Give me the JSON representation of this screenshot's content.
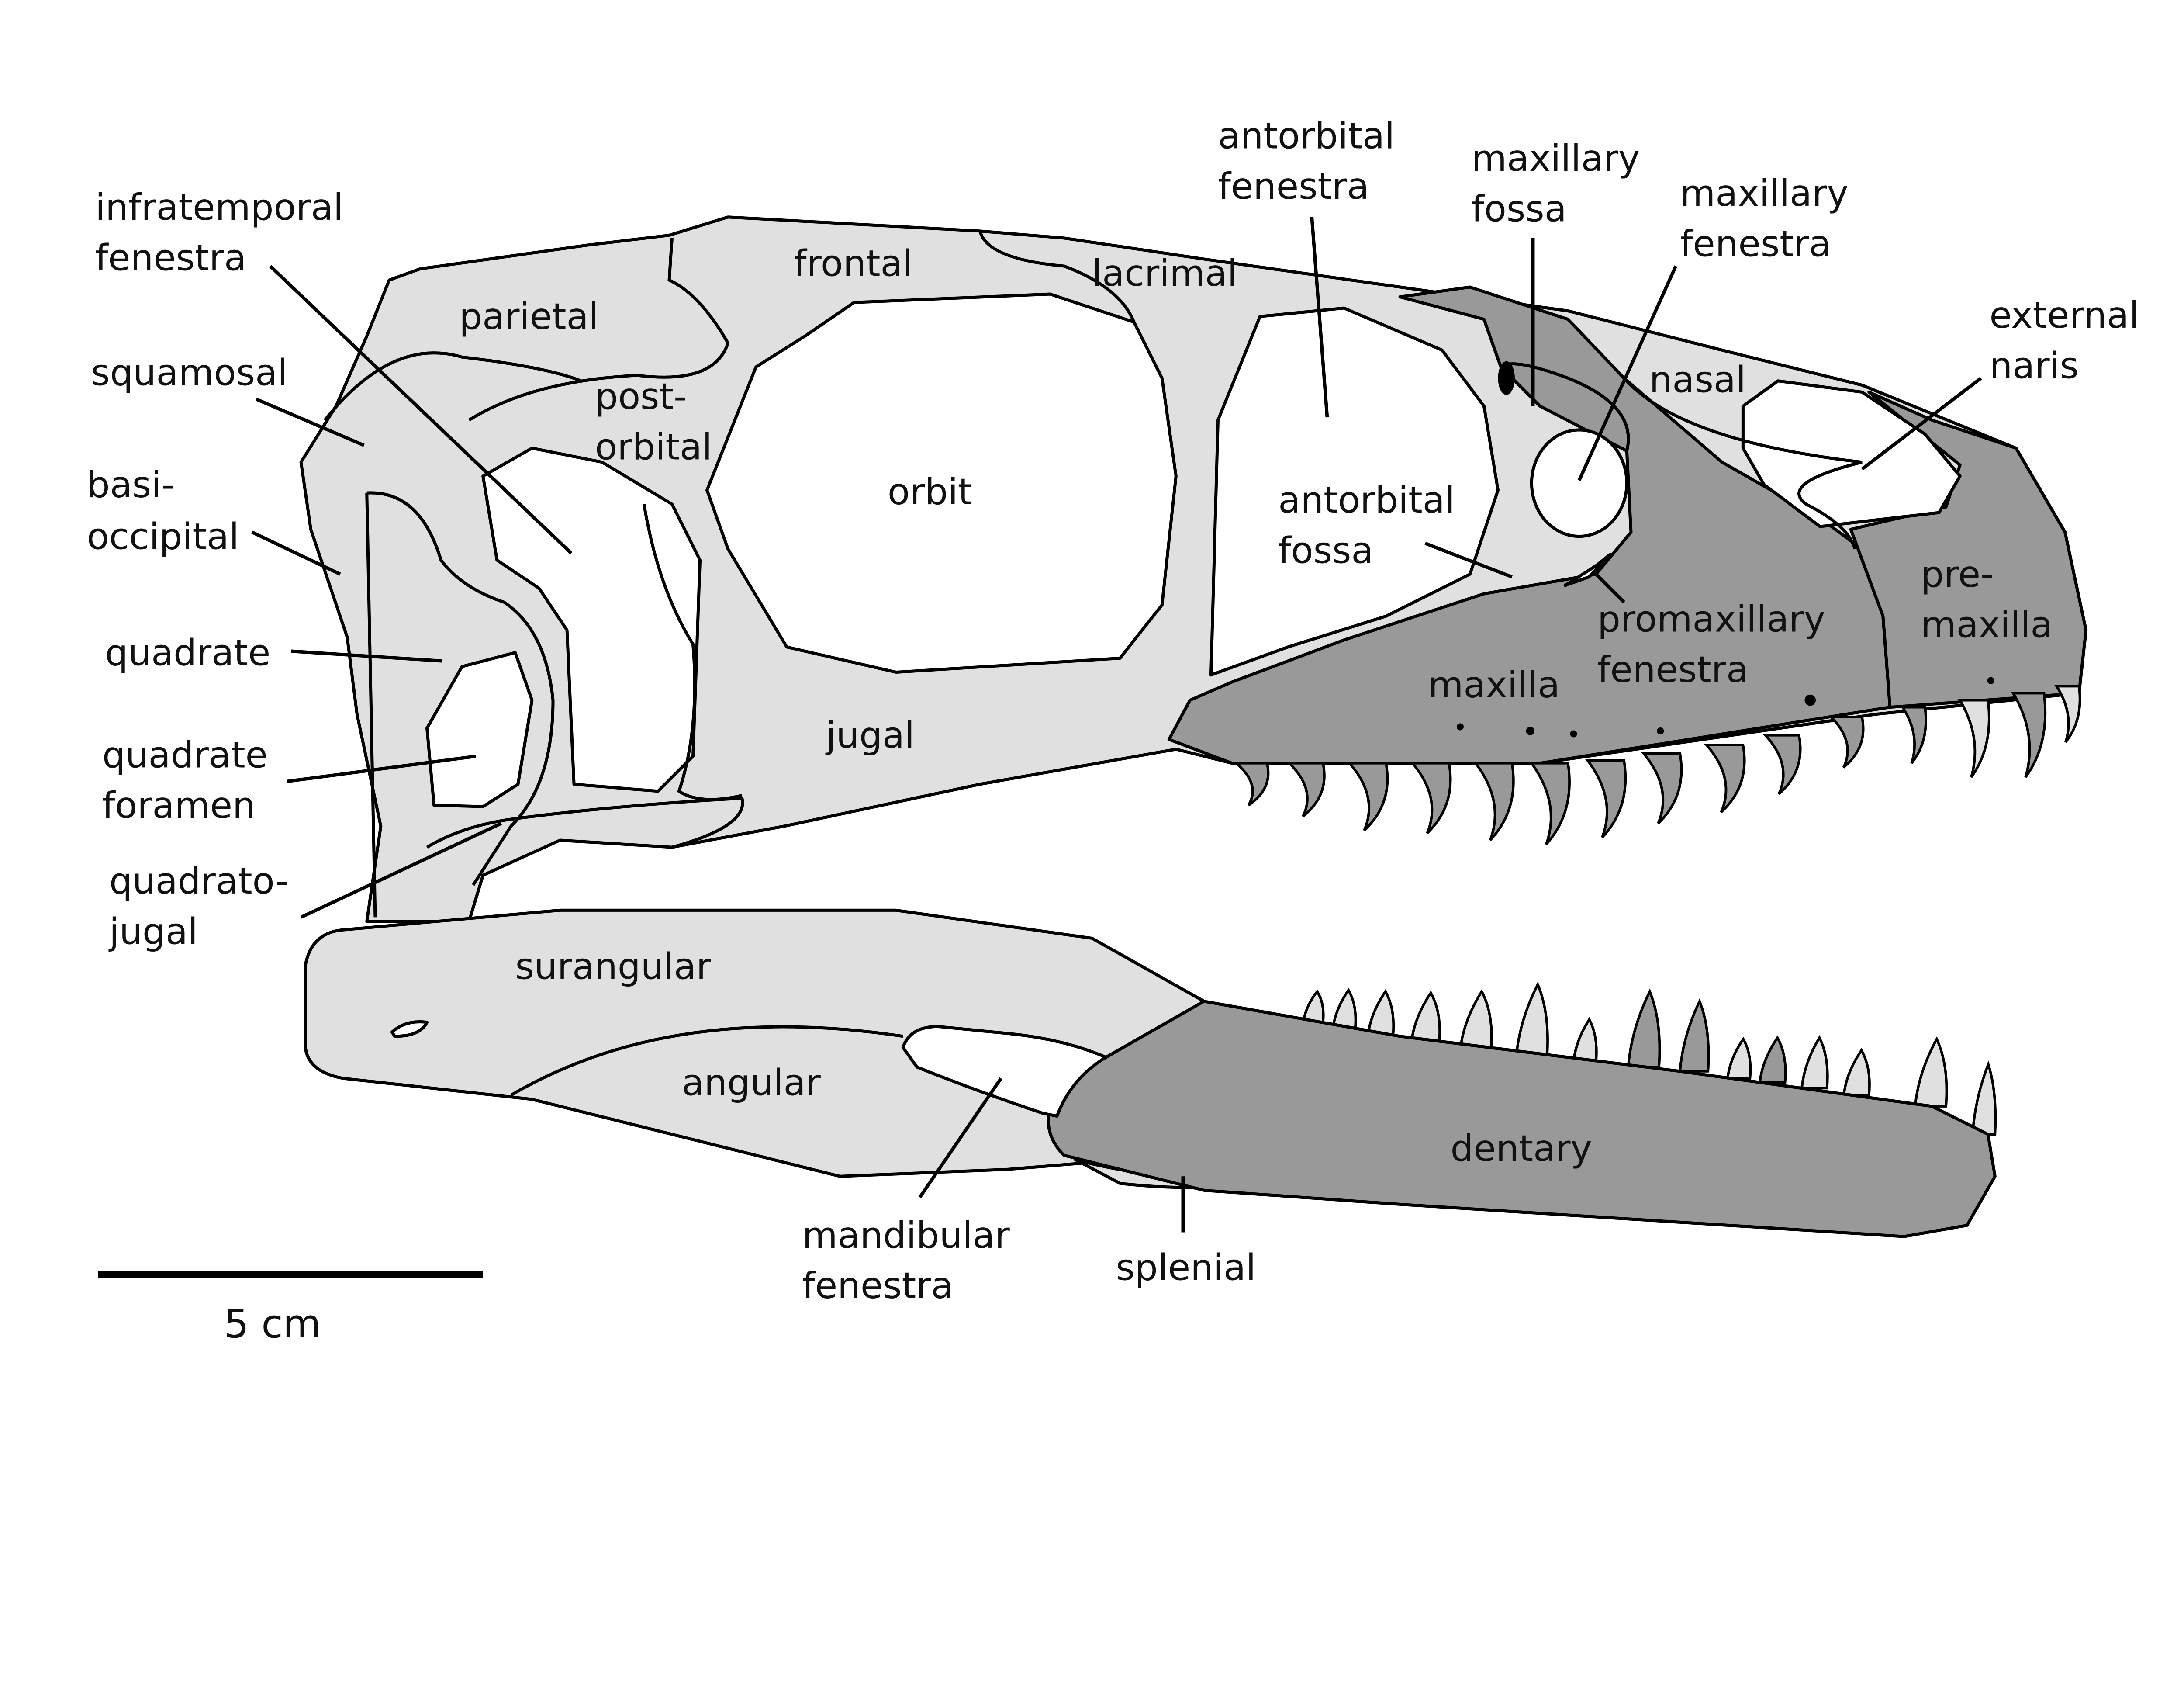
{
  "title": "Theropod skull diagram, lateral view",
  "colors": {
    "bone_light": "#e0e0e0",
    "bone_dark": "#999999",
    "outline": "#000000",
    "opening": "#ffffff"
  },
  "labels": {
    "infratemporal_fenestra": [
      "infratemporal",
      "fenestra"
    ],
    "squamosal": [
      "squamosal"
    ],
    "basioccipital": [
      "basi-",
      "occipital"
    ],
    "quadrate": [
      "quadrate"
    ],
    "quadrate_foramen": [
      "quadrate",
      "foramen"
    ],
    "quadratojugal": [
      "quadrato-",
      "jugal"
    ],
    "parietal": [
      "parietal"
    ],
    "postorbital": [
      "post-",
      "orbital"
    ],
    "frontal": [
      "frontal"
    ],
    "lacrimal": [
      "lacrimal"
    ],
    "orbit": [
      "orbit"
    ],
    "jugal": [
      "jugal"
    ],
    "antorbital_fenestra": [
      "antorbital",
      "fenestra"
    ],
    "antorbital_fossa": [
      "antorbital",
      "fossa"
    ],
    "maxillary_fossa": [
      "maxillary",
      "fossa"
    ],
    "maxillary_fenestra": [
      "maxillary",
      "fenestra"
    ],
    "nasal": [
      "nasal"
    ],
    "external_naris": [
      "external",
      "naris"
    ],
    "promaxillary_fenestra": [
      "promaxillary",
      "fenestra"
    ],
    "maxilla": [
      "maxilla"
    ],
    "premaxilla": [
      "pre-",
      "maxilla"
    ],
    "surangular": [
      "surangular"
    ],
    "angular": [
      "angular"
    ],
    "dentary": [
      "dentary"
    ],
    "mandibular_fenestra": [
      "mandibular",
      "fenestra"
    ],
    "splenial": [
      "splenial"
    ]
  },
  "scale_bar": {
    "label": "5 cm"
  }
}
